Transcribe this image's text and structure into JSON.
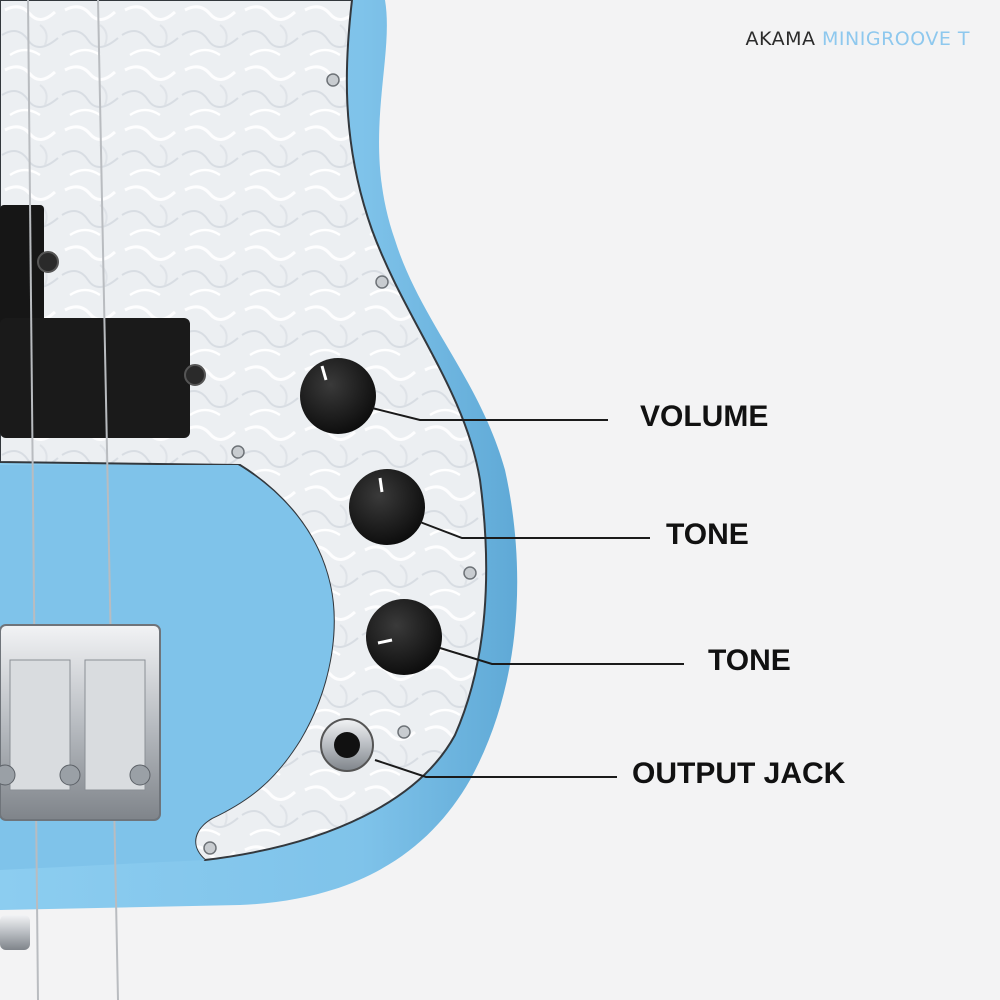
{
  "brand": {
    "make": "AKAMA",
    "model": "MINIGROOVE T",
    "model_color": "#8ec8ee"
  },
  "callouts": [
    {
      "id": "volume",
      "label": "VOLUME"
    },
    {
      "id": "tone-1",
      "label": "TONE"
    },
    {
      "id": "tone-2",
      "label": "TONE"
    },
    {
      "id": "output-jack",
      "label": "OUTPUT JACK"
    }
  ],
  "colors": {
    "background": "#f3f3f4",
    "body": "#7fc3ea",
    "pickguard": "#eef0f3",
    "knob": "#141414",
    "hardware": "#c9ccd0"
  }
}
